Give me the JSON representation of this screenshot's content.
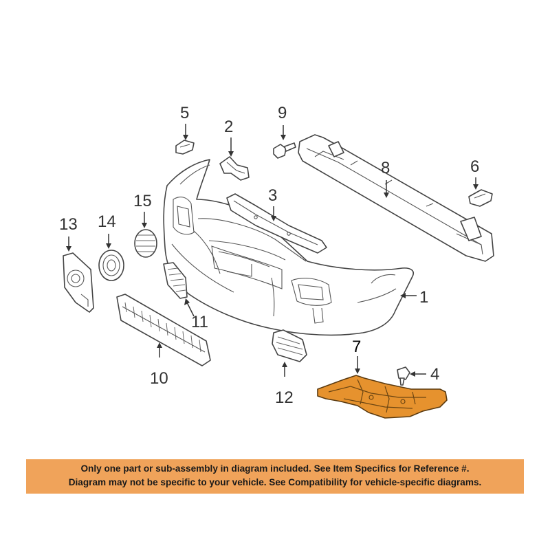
{
  "callouts": {
    "c1": "1",
    "c2": "2",
    "c3": "3",
    "c4": "4",
    "c5": "5",
    "c6": "6",
    "c7": "7",
    "c8": "8",
    "c9": "9",
    "c10": "10",
    "c11": "11",
    "c12": "12",
    "c13": "13",
    "c14": "14",
    "c15": "15"
  },
  "highlighted_part": "7",
  "colors": {
    "highlight_part": "#e6922e",
    "notice_background": "#f0a35a",
    "line_art": "#444444"
  },
  "notice": {
    "line1": "Only one part or sub-assembly in diagram included. See Item Specifics for Reference #.",
    "line2": "Diagram may not be specific to your vehicle. See Compatibility for vehicle-specific diagrams."
  }
}
